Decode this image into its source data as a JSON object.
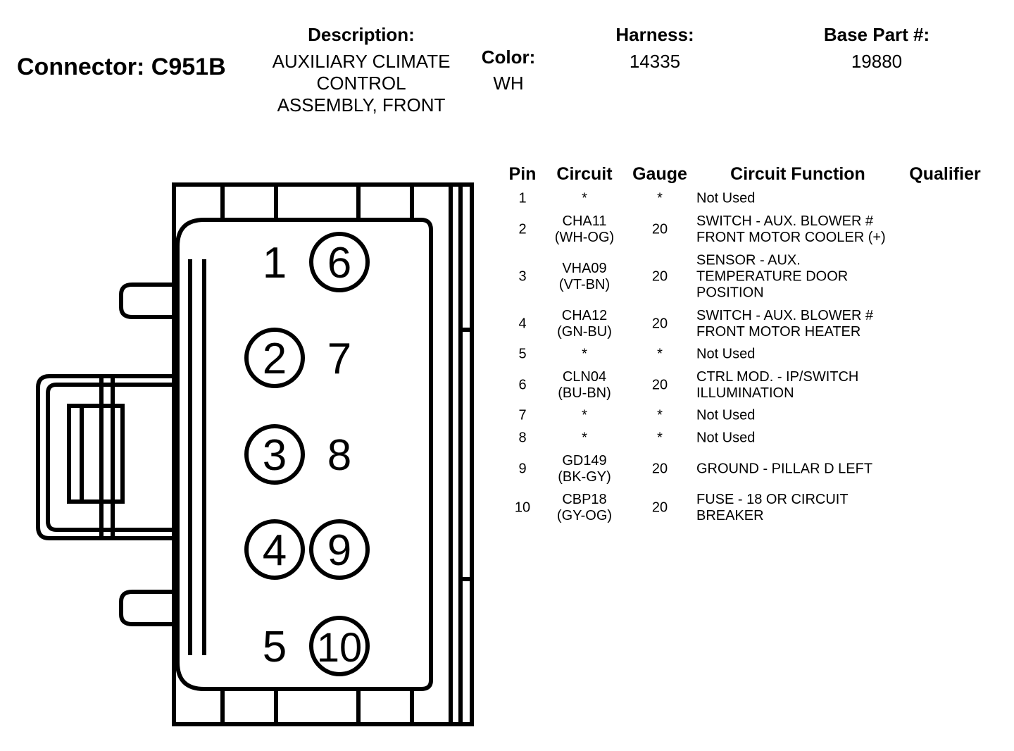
{
  "connector": {
    "label": "Connector:",
    "id": "C951B"
  },
  "description": {
    "label": "Description:",
    "lines": [
      "AUXILIARY CLIMATE",
      "CONTROL",
      "ASSEMBLY, FRONT"
    ]
  },
  "color": {
    "label": "Color:",
    "value": "WH"
  },
  "harness": {
    "label": "Harness:",
    "value": "14335"
  },
  "base_part": {
    "label": "Base Part #:",
    "value": "19880"
  },
  "table": {
    "headers": {
      "pin": "Pin",
      "circuit": "Circuit",
      "gauge": "Gauge",
      "function": "Circuit Function",
      "qualifier": "Qualifier"
    },
    "rows": [
      {
        "pin": "1",
        "circuit": "*",
        "gauge": "*",
        "function": "Not Used",
        "qualifier": ""
      },
      {
        "pin": "2",
        "circuit": "CHA11\n(WH-OG)",
        "gauge": "20",
        "function": "SWITCH - AUX. BLOWER #\nFRONT MOTOR COOLER (+)",
        "qualifier": ""
      },
      {
        "pin": "3",
        "circuit": "VHA09\n(VT-BN)",
        "gauge": "20",
        "function": "SENSOR - AUX.\nTEMPERATURE DOOR\nPOSITION",
        "qualifier": ""
      },
      {
        "pin": "4",
        "circuit": "CHA12\n(GN-BU)",
        "gauge": "20",
        "function": "SWITCH - AUX. BLOWER #\nFRONT MOTOR HEATER",
        "qualifier": ""
      },
      {
        "pin": "5",
        "circuit": "*",
        "gauge": "*",
        "function": "Not Used",
        "qualifier": ""
      },
      {
        "pin": "6",
        "circuit": "CLN04\n(BU-BN)",
        "gauge": "20",
        "function": "CTRL MOD. - IP/SWITCH\nILLUMINATION",
        "qualifier": ""
      },
      {
        "pin": "7",
        "circuit": "*",
        "gauge": "*",
        "function": "Not Used",
        "qualifier": ""
      },
      {
        "pin": "8",
        "circuit": "*",
        "gauge": "*",
        "function": "Not Used",
        "qualifier": ""
      },
      {
        "pin": "9",
        "circuit": "GD149\n(BK-GY)",
        "gauge": "20",
        "function": "GROUND - PILLAR D LEFT",
        "qualifier": ""
      },
      {
        "pin": "10",
        "circuit": "CBP18\n(GY-OG)",
        "gauge": "20",
        "function": "FUSE - 18 OR CIRCUIT\nBREAKER",
        "qualifier": ""
      }
    ]
  },
  "cavities": [
    {
      "number": "1",
      "circled": false
    },
    {
      "number": "2",
      "circled": true
    },
    {
      "number": "3",
      "circled": true
    },
    {
      "number": "4",
      "circled": true
    },
    {
      "number": "5",
      "circled": false
    },
    {
      "number": "6",
      "circled": true
    },
    {
      "number": "7",
      "circled": false
    },
    {
      "number": "8",
      "circled": false
    },
    {
      "number": "9",
      "circled": true
    },
    {
      "number": "10",
      "circled": true
    }
  ]
}
